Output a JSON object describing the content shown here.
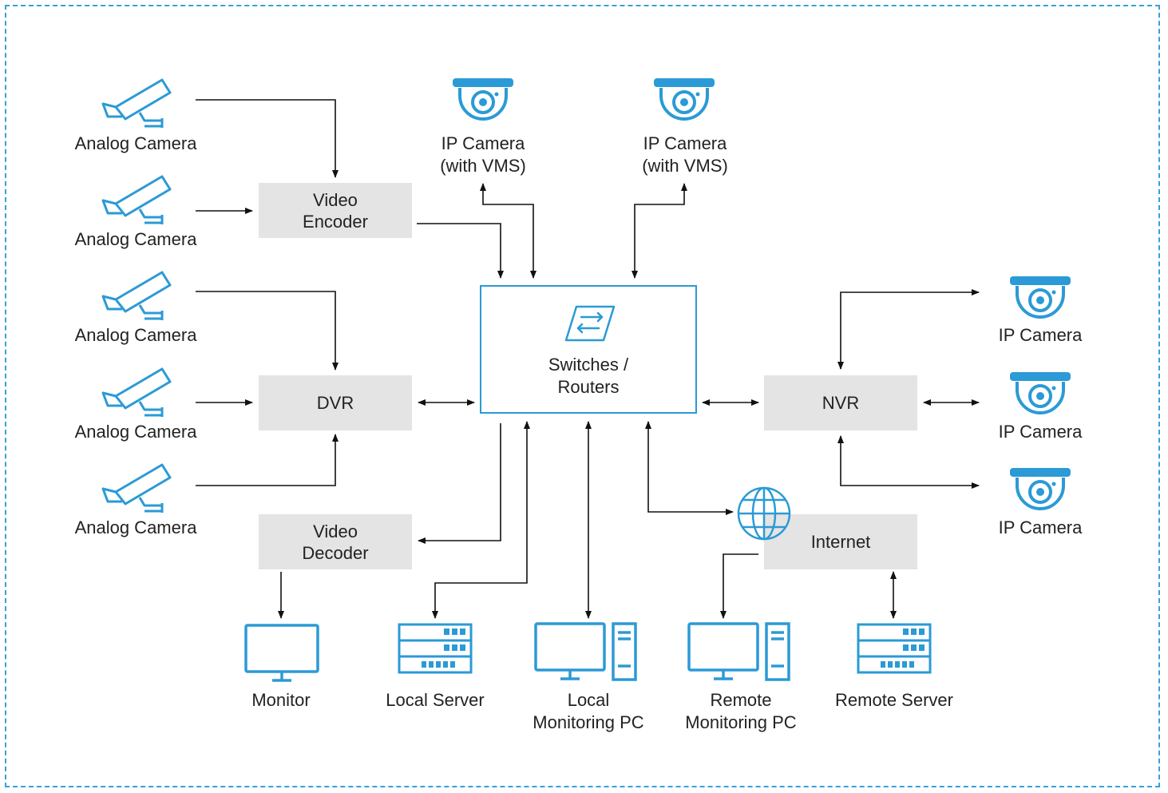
{
  "colors": {
    "accent": "#2b9ad6",
    "box_fill": "#e4e4e4",
    "text": "#222222",
    "border": "#3aa0d8"
  },
  "nodes": {
    "analog_cameras": [
      "Analog Camera",
      "Analog Camera",
      "Analog Camera",
      "Analog Camera",
      "Analog Camera"
    ],
    "ip_cameras_vms": [
      {
        "line1": "IP Camera",
        "line2": "(with VMS)"
      },
      {
        "line1": "IP Camera",
        "line2": "(with VMS)"
      }
    ],
    "ip_cameras": [
      "IP Camera",
      "IP Camera",
      "IP Camera"
    ],
    "video_encoder": {
      "line1": "Video",
      "line2": "Encoder"
    },
    "dvr": "DVR",
    "video_decoder": {
      "line1": "Video",
      "line2": "Decoder"
    },
    "switches": {
      "line1": "Switches /",
      "line2": "Routers"
    },
    "nvr": "NVR",
    "internet": "Internet",
    "monitor": "Monitor",
    "local_server": "Local Server",
    "local_pc": {
      "line1": "Local",
      "line2": "Monitoring PC"
    },
    "remote_pc": {
      "line1": "Remote",
      "line2": "Monitoring PC"
    },
    "remote_server": "Remote Server"
  },
  "icons": {
    "analog_camera": "cctv-camera-icon",
    "ip_camera": "dome-camera-icon",
    "switch": "network-switch-icon",
    "globe": "globe-icon",
    "monitor": "monitor-icon",
    "server": "server-icon",
    "pc": "desktop-pc-icon"
  }
}
